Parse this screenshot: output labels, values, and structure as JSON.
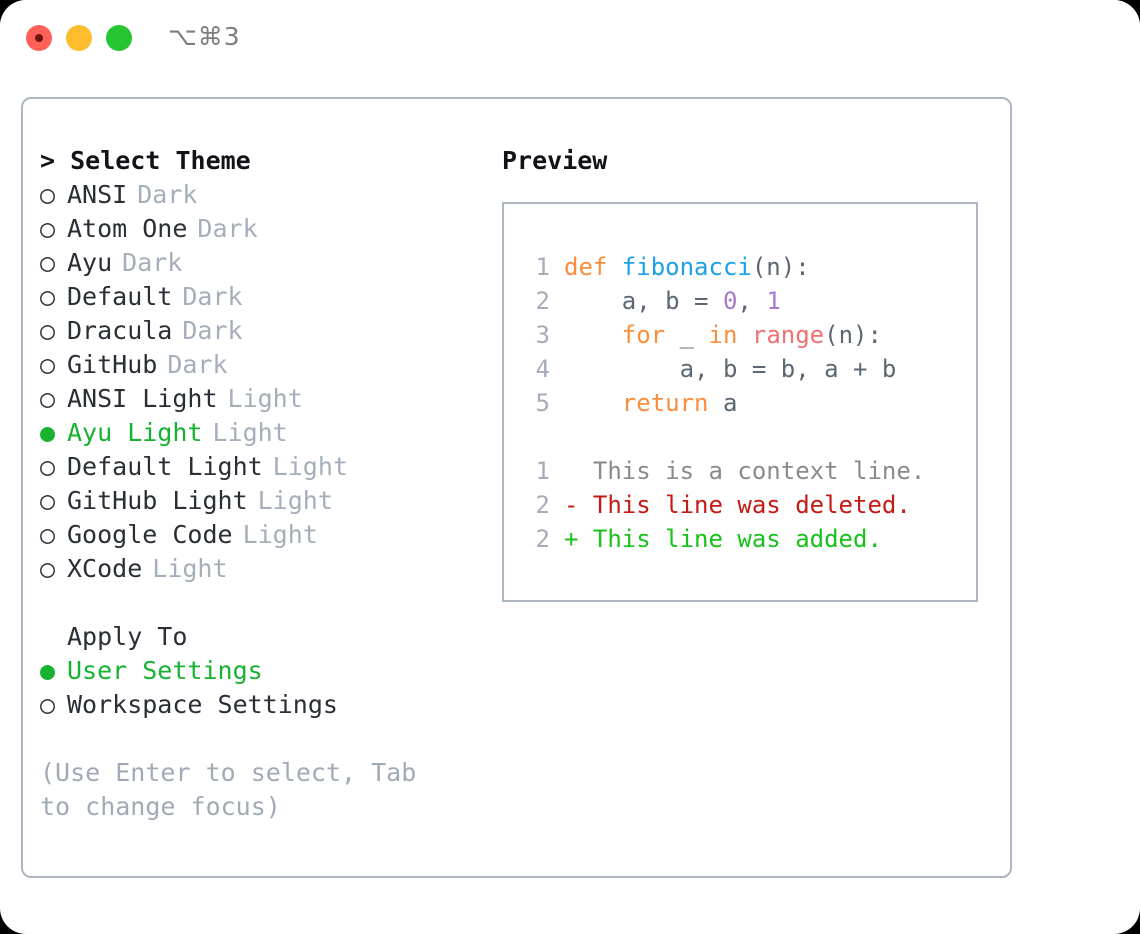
{
  "titlebar": {
    "shortcut": "⌥⌘3",
    "lights": [
      {
        "name": "close",
        "color": "#ff6159"
      },
      {
        "name": "minimize",
        "color": "#ffbd2e"
      },
      {
        "name": "maximize",
        "color": "#25c632"
      }
    ]
  },
  "theme_picker": {
    "header": "> Select Theme",
    "markers": {
      "selected": "●",
      "unselected": "○"
    },
    "options": [
      {
        "marker": "○",
        "label": "ANSI",
        "tag": "Dark",
        "selected": false
      },
      {
        "marker": "○",
        "label": "Atom One",
        "tag": "Dark",
        "selected": false
      },
      {
        "marker": "○",
        "label": "Ayu",
        "tag": "Dark",
        "selected": false
      },
      {
        "marker": "○",
        "label": "Default",
        "tag": "Dark",
        "selected": false
      },
      {
        "marker": "○",
        "label": "Dracula",
        "tag": "Dark",
        "selected": false
      },
      {
        "marker": "○",
        "label": "GitHub",
        "tag": "Dark",
        "selected": false
      },
      {
        "marker": "○",
        "label": "ANSI Light",
        "tag": "Light",
        "selected": false
      },
      {
        "marker": "●",
        "label": "Ayu Light",
        "tag": "Light",
        "selected": true
      },
      {
        "marker": "○",
        "label": "Default Light",
        "tag": "Light",
        "selected": false
      },
      {
        "marker": "○",
        "label": "GitHub Light",
        "tag": "Light",
        "selected": false
      },
      {
        "marker": "○",
        "label": "Google Code",
        "tag": "Light",
        "selected": false
      },
      {
        "marker": "○",
        "label": "XCode",
        "tag": "Light",
        "selected": false
      }
    ]
  },
  "apply_to": {
    "header": "Apply To",
    "options": [
      {
        "marker": "●",
        "label": "User Settings",
        "selected": true
      },
      {
        "marker": "○",
        "label": "Workspace Settings",
        "selected": false
      }
    ]
  },
  "hint": "(Use Enter to select, Tab to change focus)",
  "preview": {
    "title": "Preview",
    "code_lines": [
      {
        "no": "1",
        "tokens": [
          {
            "text": "def ",
            "kind": "kw"
          },
          {
            "text": "fibonacci",
            "kind": "fn"
          },
          {
            "text": "(n):",
            "kind": "plain"
          }
        ]
      },
      {
        "no": "2",
        "tokens": [
          {
            "text": "    a, b = ",
            "kind": "plain"
          },
          {
            "text": "0",
            "kind": "num"
          },
          {
            "text": ", ",
            "kind": "plain"
          },
          {
            "text": "1",
            "kind": "num"
          }
        ]
      },
      {
        "no": "3",
        "tokens": [
          {
            "text": "    ",
            "kind": "plain"
          },
          {
            "text": "for",
            "kind": "kw"
          },
          {
            "text": " _ ",
            "kind": "plain"
          },
          {
            "text": "in",
            "kind": "kw"
          },
          {
            "text": " ",
            "kind": "plain"
          },
          {
            "text": "range",
            "kind": "call"
          },
          {
            "text": "(n):",
            "kind": "plain"
          }
        ]
      },
      {
        "no": "4",
        "tokens": [
          {
            "text": "        a, b = b, a + b",
            "kind": "plain"
          }
        ]
      },
      {
        "no": "5",
        "tokens": [
          {
            "text": "    ",
            "kind": "plain"
          },
          {
            "text": "return",
            "kind": "kw"
          },
          {
            "text": " a",
            "kind": "plain"
          }
        ]
      }
    ],
    "diff_lines": [
      {
        "no": "1",
        "sign": " ",
        "text": " This is a context line.",
        "kind": "ctx"
      },
      {
        "no": "2",
        "sign": "-",
        "text": " This line was deleted.",
        "kind": "del"
      },
      {
        "no": "2",
        "sign": "+",
        "text": " This line was added.",
        "kind": "add"
      }
    ]
  },
  "colors": {
    "accent_green": "#17b230",
    "border": "#adb6c2",
    "muted": "#a5aebb",
    "keyword": "#fa8d3e",
    "function": "#1da0e5",
    "number": "#a37acc",
    "call": "#f07171",
    "plain": "#5c6773",
    "diff_deleted": "#c41a16",
    "diff_added": "#18c218"
  }
}
